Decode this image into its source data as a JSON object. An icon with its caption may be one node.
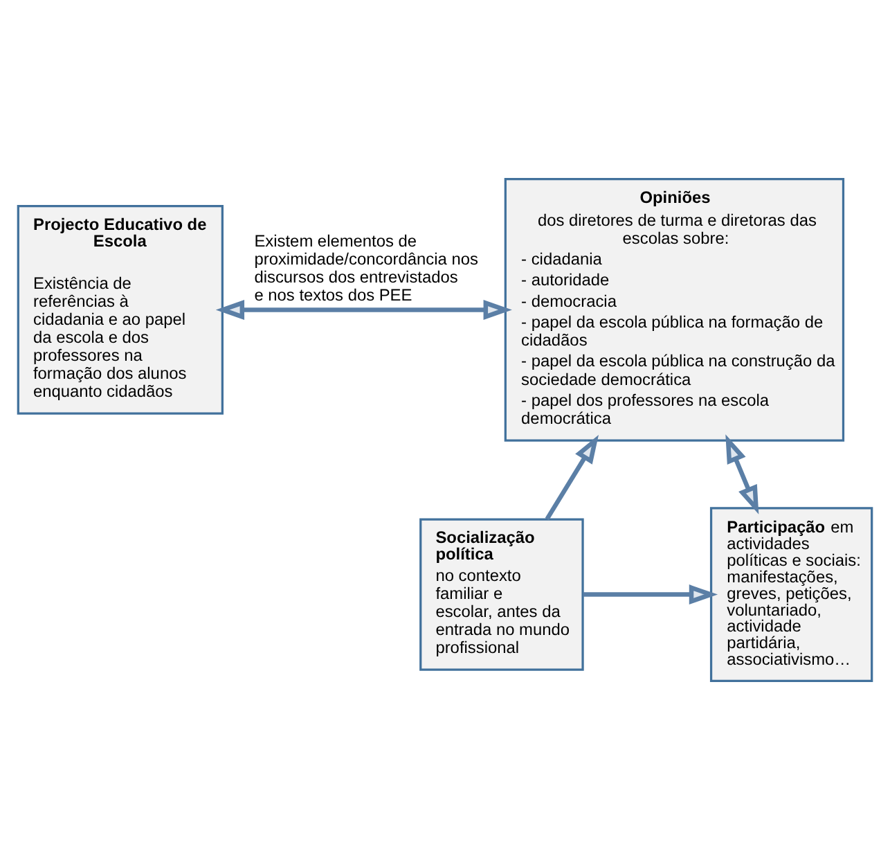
{
  "diagram": {
    "nodes": [
      {
        "text": [
          "Projecto Educativo de Escola",
          "Existência de referências à cidadania e ao papel da escola e dos professores na formação dos alunos enquanto cidadãos"
        ]
      },
      {
        "text": [
          "Opiniões",
          "dos diretores de turma e diretoras das escolas sobre:",
          "- cidadania",
          "- autoridade",
          "- democracia",
          "- papel da escola pública na formação de cidadãos",
          "- papel da escola pública na construção da sociedade democrática",
          "- papel dos professores na escola democrática"
        ]
      },
      {
        "text": [
          "Socialização política",
          "no contexto familiar e escolar, antes da entrada no mundo profissional"
        ]
      },
      {
        "text": [
          "**Participação** em actividades políticas e sociais: manifestações, greves, petições, voluntariado, actividade partidária, associativismo…"
        ]
      }
    ],
    "edges": [
      {
        "from": 0,
        "to": 1,
        "arrow": "both",
        "label": "Existem elementos de proximidade/concordância nos discursos dos entrevistados e nos textos dos PEE"
      },
      {
        "from": 2,
        "to": 1,
        "arrow": "to"
      },
      {
        "from": 3,
        "to": 1,
        "arrow": "both"
      },
      {
        "from": 2,
        "to": 3,
        "arrow": "to"
      }
    ]
  }
}
